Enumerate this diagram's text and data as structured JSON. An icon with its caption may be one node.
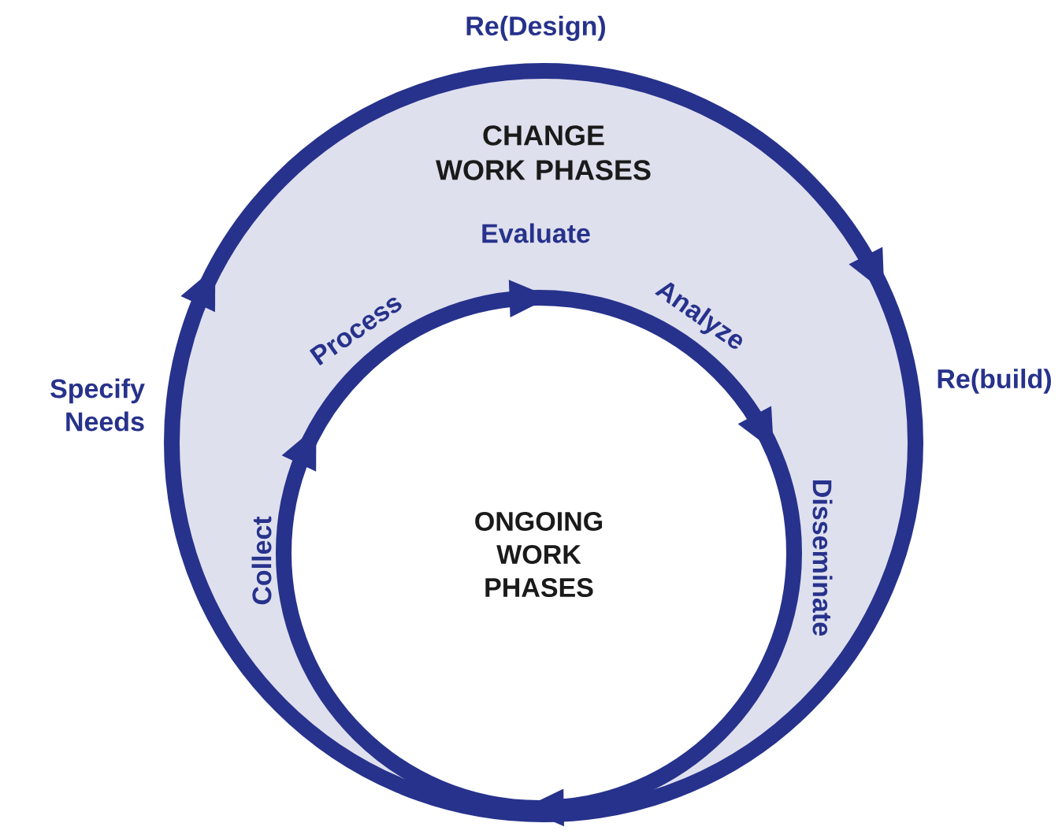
{
  "diagram": {
    "nodes": [
      {
        "text": [
          "CHANGE WORK PHASES"
        ]
      },
      {
        "text": [
          "ONGOING WORK PHASES"
        ],
        "in": 0
      }
    ],
    "labels": [
      "Re(Design)",
      "Specify Needs",
      "Re(build)",
      "Evaluate",
      "Process",
      "Analyze",
      "Collect",
      "Disseminate"
    ]
  }
}
